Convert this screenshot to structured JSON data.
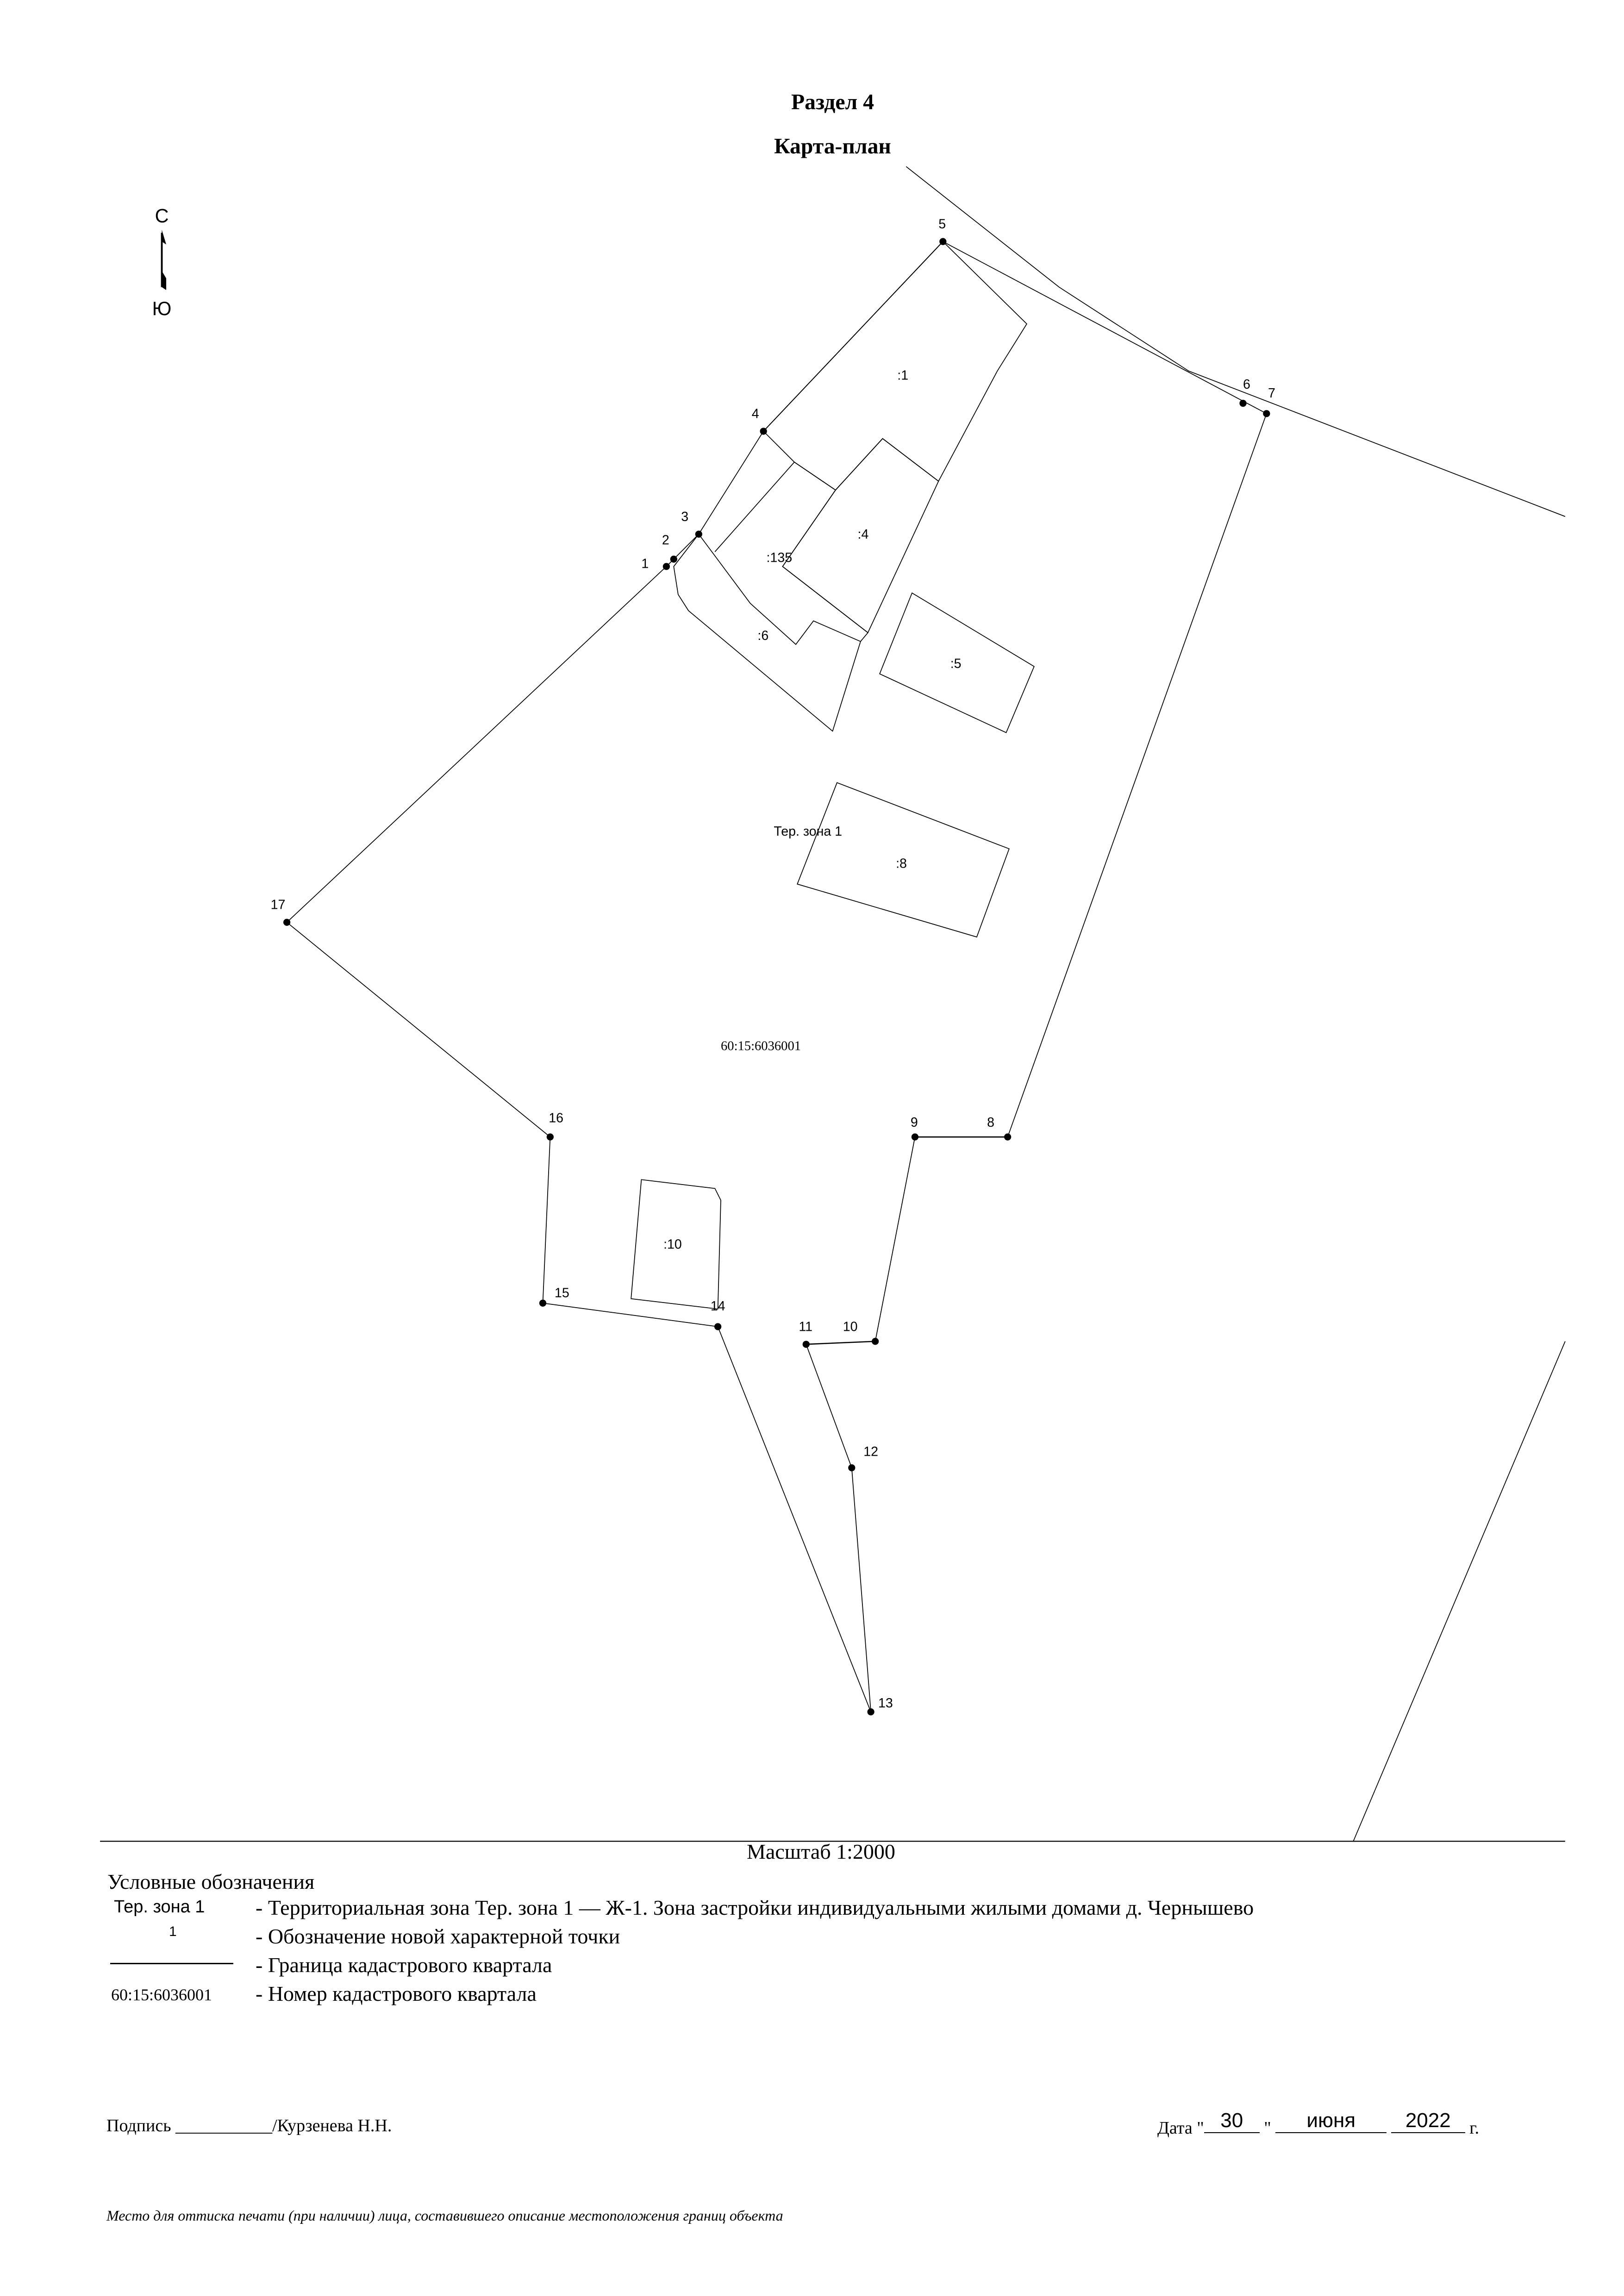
{
  "header": {
    "section": "Раздел 4",
    "title": "Карта-план"
  },
  "north_arrow": {
    "north": "С",
    "south": "Ю"
  },
  "points": [
    "1",
    "2",
    "3",
    "4",
    "5",
    "6",
    "7",
    "8",
    "9",
    "10",
    "11",
    "12",
    "13",
    "14",
    "15",
    "16",
    "17"
  ],
  "parcels": {
    ":1": ":1",
    ":4": ":4",
    ":135": ":135",
    ":6": ":6",
    ":5": ":5",
    ":8": ":8",
    ":10": ":10"
  },
  "zone_label": "Тер. зона 1",
  "quarter_number": "60:15:6036001",
  "scale": "Масштаб 1:2000",
  "legend": {
    "title": "Условные обозначения",
    "items": [
      {
        "symbol": "Тер. зона 1",
        "text": "- Территориальная зона Тер. зона 1 — Ж-1. Зона застройки индивидуальными жилыми домами д. Чернышево"
      },
      {
        "symbol": "1",
        "text": "- Обозначение новой характерной точки"
      },
      {
        "symbol": "",
        "text": "- Граница кадастрового квартала"
      },
      {
        "symbol": "60:15:6036001",
        "text": "- Номер кадастрового квартала"
      }
    ]
  },
  "signature": {
    "label": "Подпись",
    "blank": "___________",
    "name": "/Курзенева Н.Н."
  },
  "date": {
    "label": "Дата",
    "day": "30",
    "month": "июня",
    "year": "2022",
    "suffix": "г."
  },
  "stamp_note": "Место для оттиска печати (при наличии) лица, составившего описание местоположения границ объекта"
}
